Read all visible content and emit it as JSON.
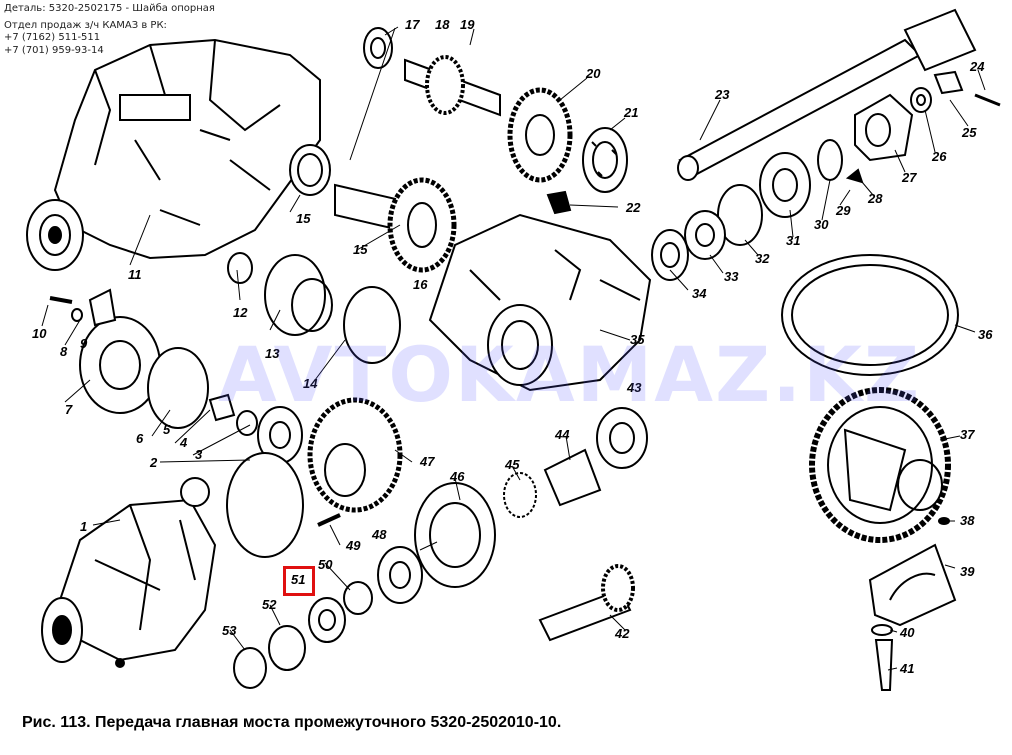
{
  "header": {
    "detail_line": "Деталь: 5320-2502175 - Шайба опорная",
    "sales_line": "Отдел продаж з/ч КАМАЗ в РК:",
    "phone_1": "+7 (7162) 511-511",
    "phone_2": "+7 (701) 959-93-14"
  },
  "watermark": "AVTOKAMAZ.KZ",
  "caption": "Рис. 113. Передача главная моста промежуточного 5320-2502010-10.",
  "highlighted_part": "51",
  "colors": {
    "highlight": "#e01010",
    "watermark": "#5a5aff",
    "ink": "#000000"
  },
  "labels": [
    "1",
    "2",
    "3",
    "4",
    "5",
    "6",
    "7",
    "8",
    "9",
    "10",
    "11",
    "12",
    "13",
    "14",
    "15",
    "15",
    "16",
    "17",
    "18",
    "19",
    "20",
    "21",
    "22",
    "23",
    "24",
    "25",
    "26",
    "27",
    "28",
    "29",
    "30",
    "31",
    "32",
    "33",
    "34",
    "35",
    "36",
    "37",
    "38",
    "39",
    "40",
    "41",
    "42",
    "43",
    "44",
    "45",
    "46",
    "47",
    "48",
    "49",
    "50",
    "51",
    "52",
    "53"
  ]
}
